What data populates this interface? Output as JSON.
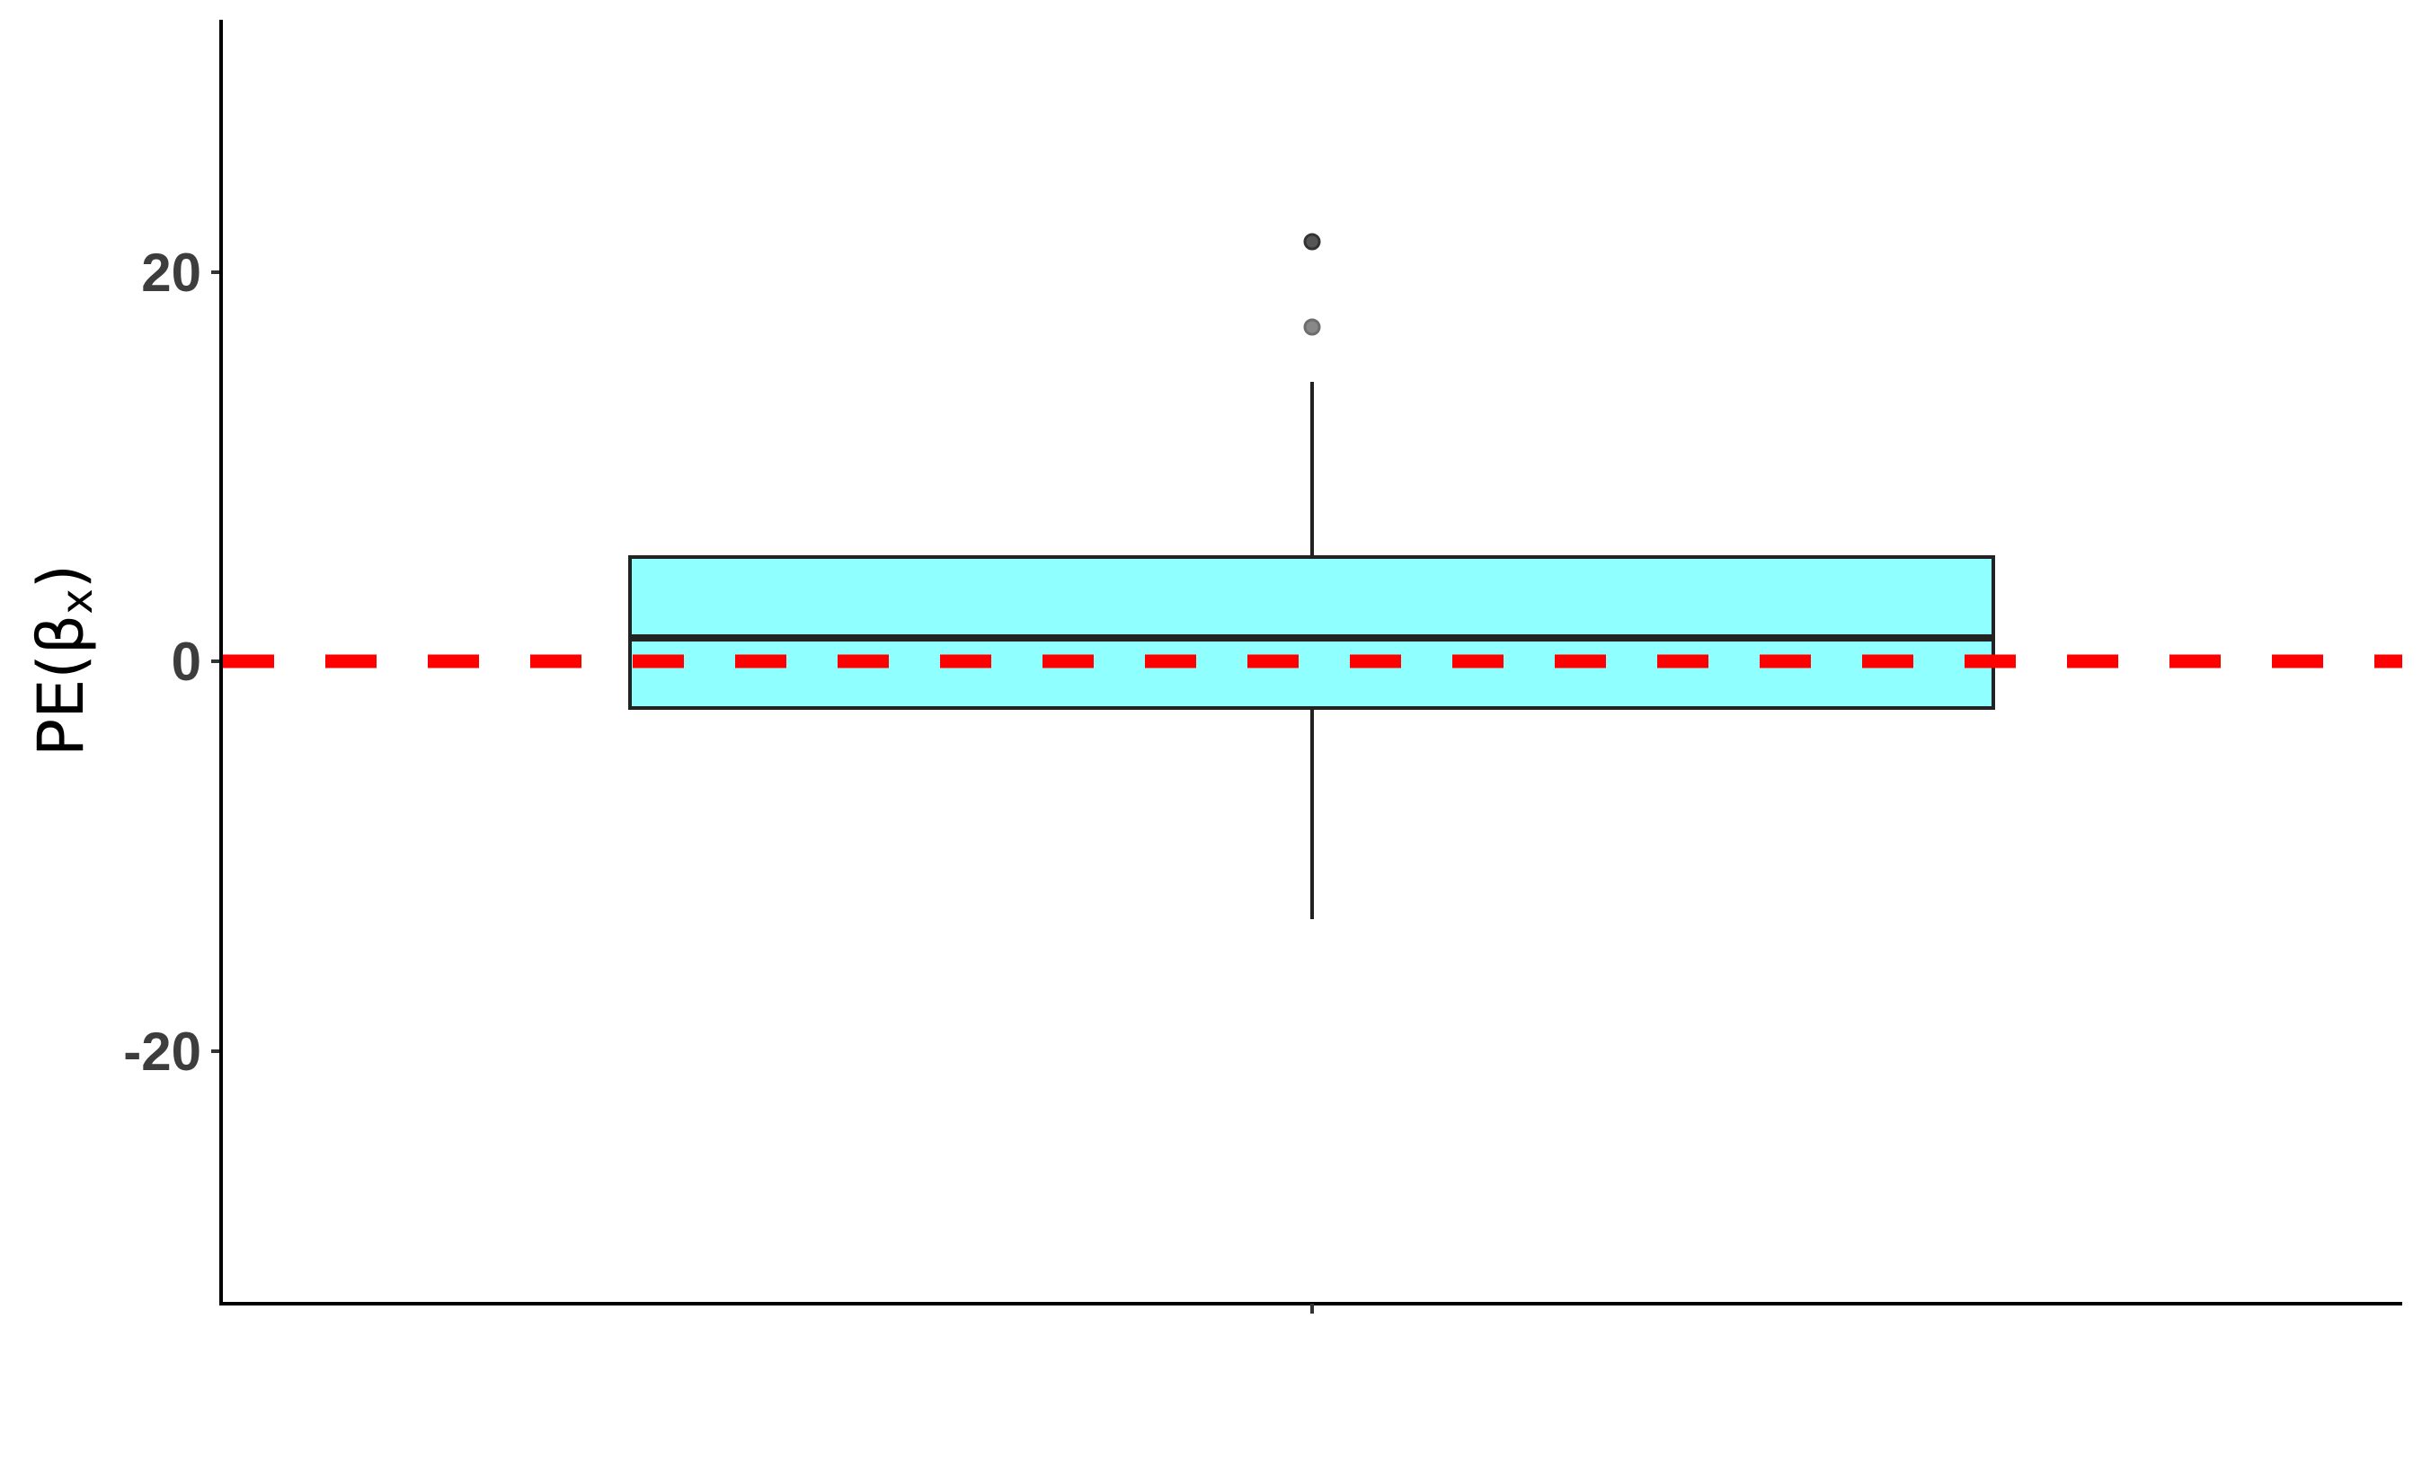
{
  "chart_data": {
    "type": "box",
    "title": "",
    "xlabel": "",
    "ylabel": "PE(βx)",
    "ylabel_main": "PE(",
    "ylabel_greek": "β",
    "ylabel_sub": "x",
    "ylabel_close": ")",
    "ylim": [
      -33,
      33
    ],
    "yticks": [
      -20,
      0,
      20
    ],
    "ytick_labels": [
      "-20",
      "0",
      "20"
    ],
    "categories": [
      ""
    ],
    "grid": false,
    "legend": null,
    "boxes": [
      {
        "category": "",
        "whisker_low": -13.2,
        "q1": -2.4,
        "median": 1.2,
        "q3": 5.35,
        "whisker_high": 14.35,
        "outliers": [
          21.55,
          17.2
        ],
        "fill": "#8fffff",
        "stroke": "#222222"
      }
    ],
    "reference_line": {
      "y": 0,
      "style": "dashed",
      "color": "#ff0000"
    }
  }
}
